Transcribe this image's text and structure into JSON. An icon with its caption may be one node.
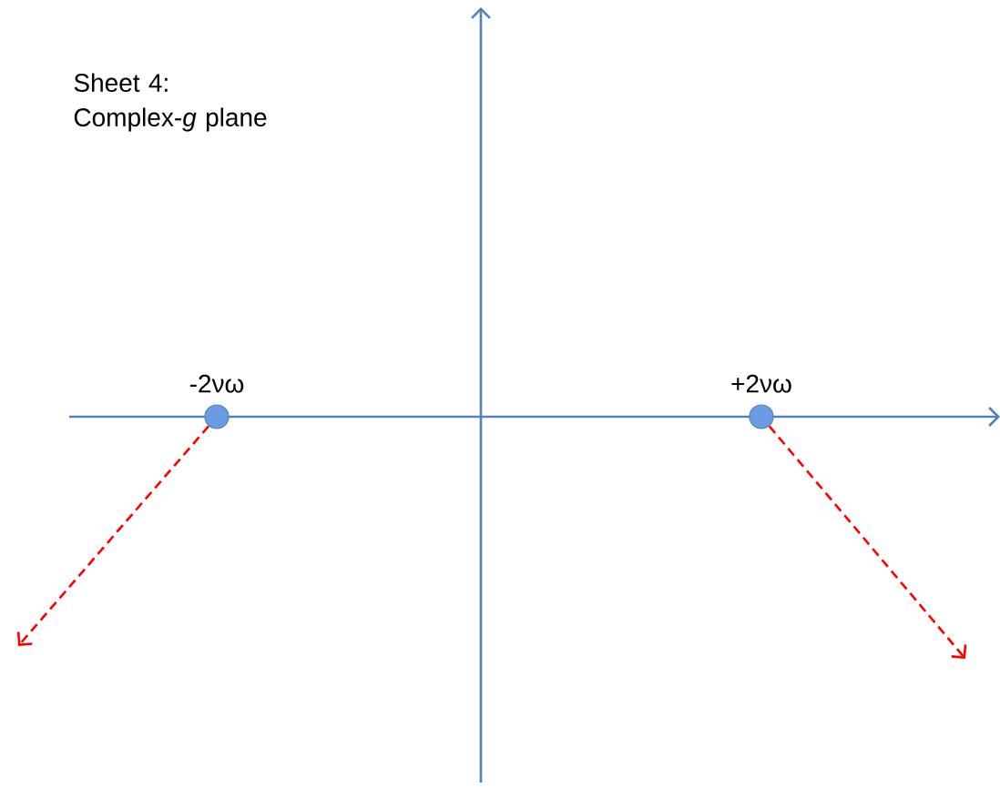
{
  "diagram": {
    "title": "Sheet 4: Complex-*g* plane",
    "nodes": [
      {
        "text": [],
        "shape": "circle",
        "beside": [
          "-2νω"
        ]
      },
      {
        "text": [],
        "shape": "circle",
        "beside": [
          "+2νω"
        ]
      }
    ],
    "edges": [
      {
        "from": 0,
        "to": null,
        "arrow": "to",
        "style": "dashed",
        "color": "#ff0000"
      },
      {
        "from": 1,
        "to": null,
        "arrow": "to",
        "style": "dashed",
        "color": "#ff0000"
      }
    ]
  }
}
